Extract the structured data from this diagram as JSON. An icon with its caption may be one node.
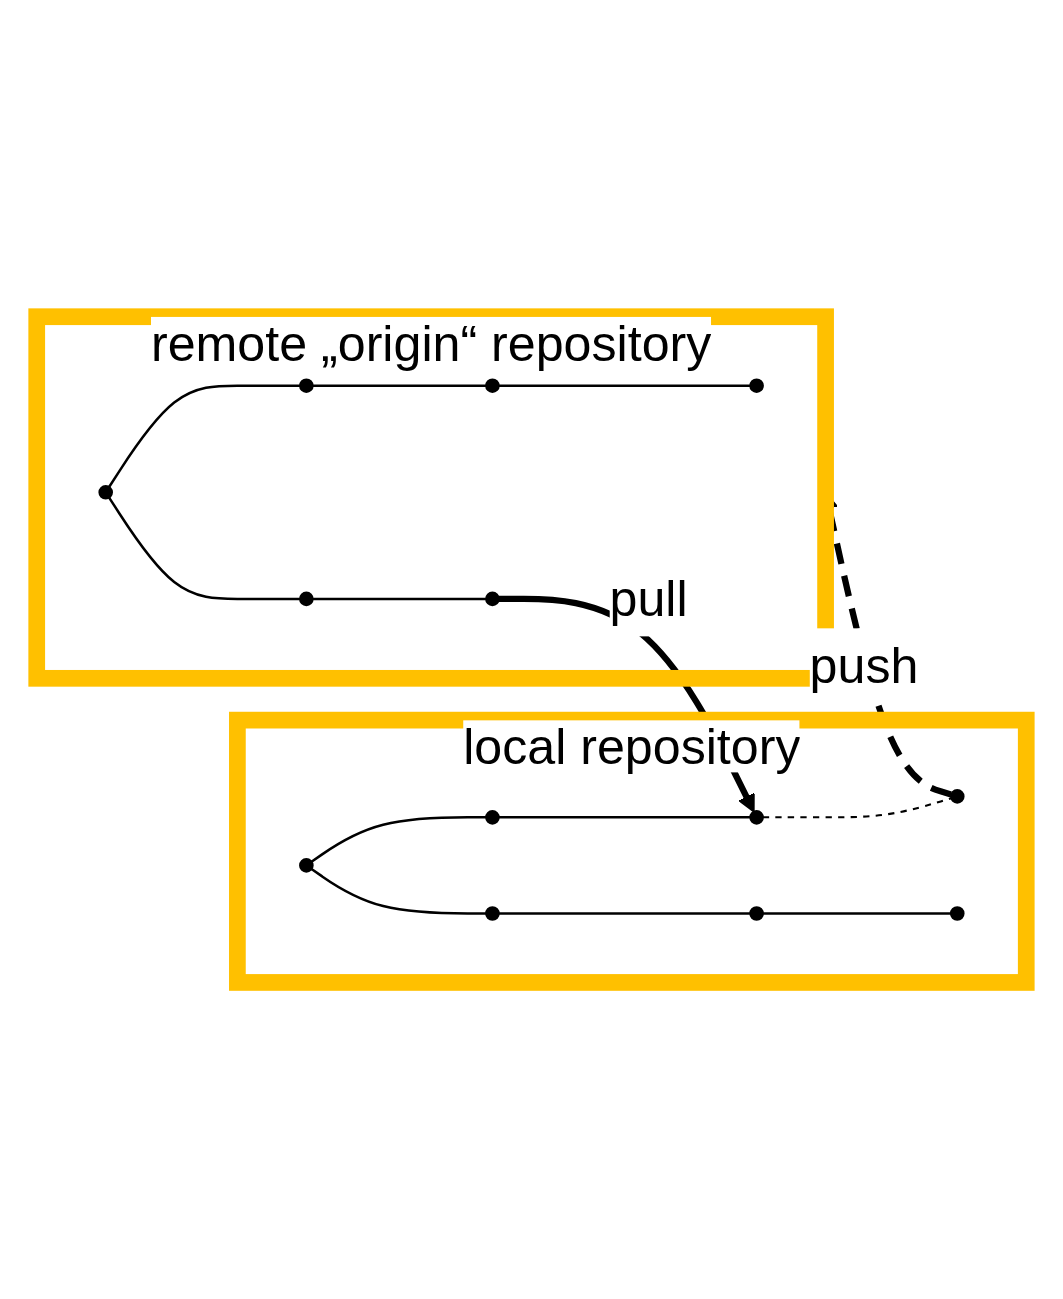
{
  "diagram": {
    "nodes": [
      {
        "text": [
          "remote „origin“ repository"
        ]
      },
      {
        "text": [],
        "shape": "circle",
        "in": 0
      },
      {
        "text": [],
        "shape": "circle",
        "in": 0
      },
      {
        "text": [],
        "shape": "circle",
        "in": 0
      },
      {
        "text": [],
        "shape": "circle",
        "in": 0
      },
      {
        "text": [],
        "shape": "circle",
        "in": 0
      },
      {
        "text": [],
        "shape": "circle",
        "in": 0
      },
      {
        "text": [
          "local repository"
        ]
      },
      {
        "text": [],
        "shape": "circle",
        "in": 7
      },
      {
        "text": [],
        "shape": "circle",
        "in": 7
      },
      {
        "text": [],
        "shape": "circle",
        "in": 7
      },
      {
        "text": [],
        "shape": "circle",
        "in": 7
      },
      {
        "text": [],
        "shape": "circle",
        "in": 7
      },
      {
        "text": [],
        "shape": "circle",
        "in": 7
      },
      {
        "text": [],
        "shape": "circle",
        "in": 7
      }
    ],
    "edges": [
      {
        "from": 1,
        "to": 2,
        "arrow": "none"
      },
      {
        "from": 2,
        "to": 3,
        "arrow": "none"
      },
      {
        "from": 3,
        "to": 4,
        "arrow": "none"
      },
      {
        "from": 1,
        "to": 5,
        "arrow": "none"
      },
      {
        "from": 5,
        "to": 6,
        "arrow": "none"
      },
      {
        "from": 6,
        "to": 9,
        "arrow": "to",
        "label": "pull",
        "style": "thick"
      },
      {
        "from": 10,
        "to": 0,
        "arrow": "to",
        "label": "push",
        "style": "dashed"
      },
      {
        "from": 11,
        "to": 8,
        "arrow": "none"
      },
      {
        "from": 8,
        "to": 9,
        "arrow": "none"
      },
      {
        "from": 9,
        "to": 10,
        "arrow": "none",
        "style": "dashed"
      },
      {
        "from": 11,
        "to": 12,
        "arrow": "none"
      },
      {
        "from": 12,
        "to": 13,
        "arrow": "none"
      },
      {
        "from": 13,
        "to": 14,
        "arrow": "none"
      }
    ]
  }
}
